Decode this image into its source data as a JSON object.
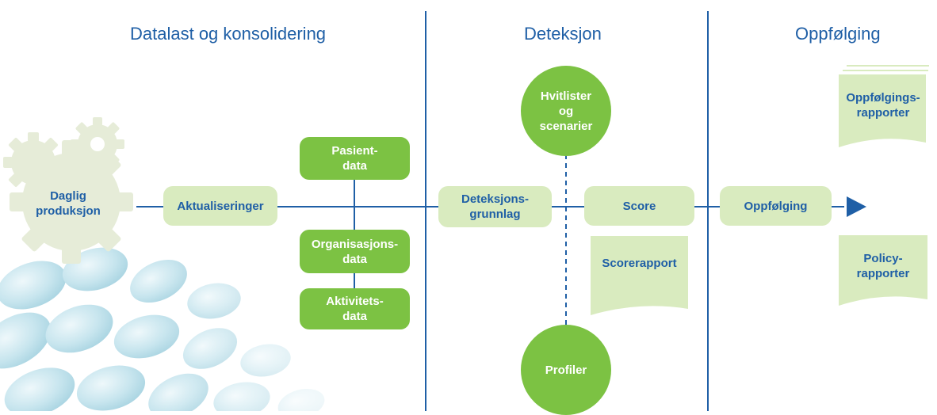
{
  "sections": {
    "left": "Datalast og konsolidering",
    "middle": "Deteksjon",
    "right": "Oppfølging"
  },
  "nodes": {
    "daglig": "Daglig\nproduksjon",
    "aktualiseringer": "Aktualiseringer",
    "pasientdata": "Pasient-\ndata",
    "organisasjonsdata": "Organisasjons-\ndata",
    "aktivitetsdata": "Aktivitets-\ndata",
    "deteksjonsgrunnlag": "Deteksjons-\ngrunnlag",
    "hvitlister": "Hvitlister\nog\nscenarier",
    "score": "Score",
    "scorerapport": "Scorerapport",
    "profiler": "Profiler",
    "oppfolging": "Oppfølging",
    "oppfolgingsrapporter": "Oppfølgings-\nrapporter",
    "policyrapporter": "Policy-\nrapporter"
  },
  "colors": {
    "blue": "#1f5fa6",
    "green": "#7cc243",
    "light_green": "#d9ebbf",
    "gear": "#e6ecd8",
    "pill": "#a9d8e6"
  }
}
